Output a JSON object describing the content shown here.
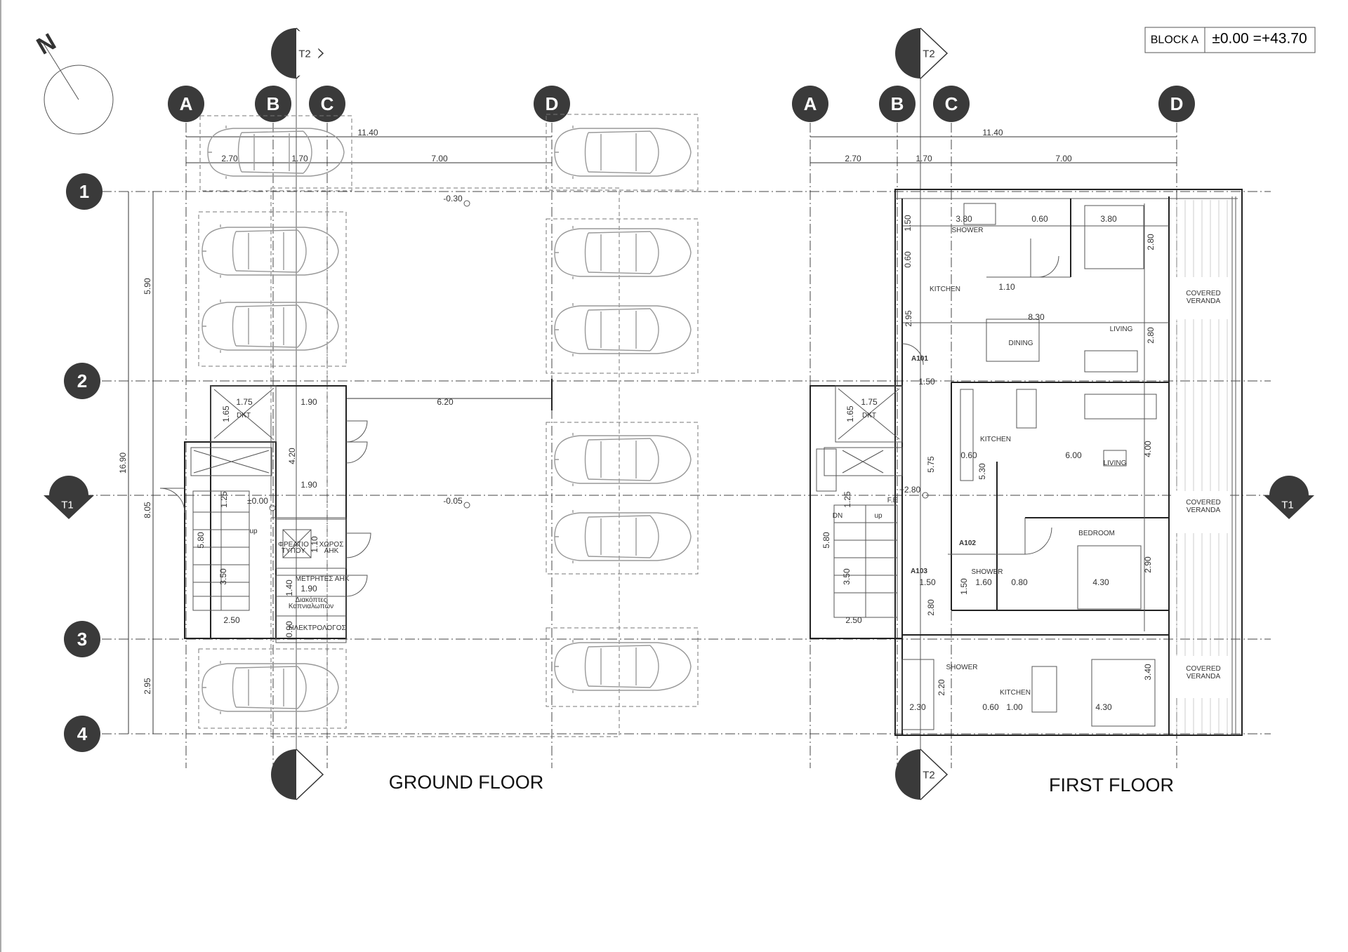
{
  "header": {
    "block_label": "BLOCK A",
    "level_label": "±0.00 =+43.70"
  },
  "north_label": "N",
  "grid_letters": [
    "A",
    "B",
    "C",
    "D"
  ],
  "grid_numbers": [
    "1",
    "2",
    "3",
    "4"
  ],
  "section_labels": {
    "t1": "T1",
    "t2": "T2"
  },
  "ground_floor": {
    "title": "GROUND FLOOR",
    "dims": {
      "total_width": "11.40",
      "w1": "2.70",
      "w2": "1.70",
      "w3": "7.00",
      "total_height": "16.90",
      "h1": "5.90",
      "h2": "8.05",
      "h3": "2.95",
      "d620": "6.20",
      "d190a": "1.90",
      "d175": "1.75",
      "d165": "1.65",
      "d420": "4.20",
      "d190b": "1.90",
      "d125": "1.25",
      "d580": "5.80",
      "d350": "3.50",
      "d250": "2.50",
      "d110": "1.10",
      "d140": "1.40",
      "d190c": "1.90",
      "d090": "0.90"
    },
    "levels": {
      "l1": "-0.30",
      "l2": "±0.00",
      "l3": "-0.05"
    },
    "labels": {
      "lift": "DKT",
      "up": "up",
      "room1a": "ΦΡΕΑΤΙΟ",
      "room1b": "ΤΥΠΟΥ",
      "room2a": "ΧΩΡΟΣ",
      "room2b": "ΑΗΚ",
      "meters": "ΜΕΤΡΗΤΕΣ ΑΗΚ",
      "bins1": "Διακόπτες",
      "bins2": "Καπνιαλωπών",
      "elec": "ΗΛΕΚΤΡΟΛΟΓΟΣ"
    }
  },
  "first_floor": {
    "title": "FIRST FLOOR",
    "dims": {
      "total_width": "11.40",
      "w1": "2.70",
      "w2": "1.70",
      "w3": "7.00",
      "d380a": "3.80",
      "d060a": "0.60",
      "d380b": "3.80",
      "d280a": "2.80",
      "d150a": "1.50",
      "d060b": "0.60",
      "d110": "1.10",
      "d295": "2.95",
      "d830": "8.30",
      "d280b": "2.80",
      "d150b": "1.50",
      "d175": "1.75",
      "d165": "1.65",
      "d060c": "0.60",
      "d575": "5.75",
      "d530": "5.30",
      "d600": "6.00",
      "d400": "4.00",
      "d125": "1.25",
      "d580": "5.80",
      "d350": "3.50",
      "d250": "2.50",
      "d150c": "1.50",
      "d160": "1.60",
      "d080": "0.80",
      "d430a": "4.30",
      "d290": "2.90",
      "d150d": "1.50",
      "d280c": "2.80",
      "d220": "2.20",
      "d230": "2.30",
      "d060d": "0.60",
      "d100": "1.00",
      "d430b": "4.30",
      "d340": "3.40"
    },
    "levels": {
      "l1": "+2.80"
    },
    "labels": {
      "shower1": "SHOWER",
      "kitchen1": "KITCHEN",
      "dining": "DINING",
      "living1": "LIVING",
      "a101": "A101",
      "lift": "DKT",
      "kitchen2": "KITCHEN",
      "living2": "LIVING",
      "dn": "DN",
      "up": "up",
      "fe": "F.E",
      "a102": "A102",
      "bedroom": "BEDROOM",
      "a103": "A103",
      "shower2": "SHOWER",
      "shower3": "SHOWER",
      "kitchen3": "KITCHEN",
      "veranda1a": "COVERED",
      "veranda1b": "VERANDA",
      "veranda2a": "COVERED",
      "veranda2b": "VERANDA",
      "veranda3a": "COVERED",
      "veranda3b": "VERANDA"
    }
  }
}
